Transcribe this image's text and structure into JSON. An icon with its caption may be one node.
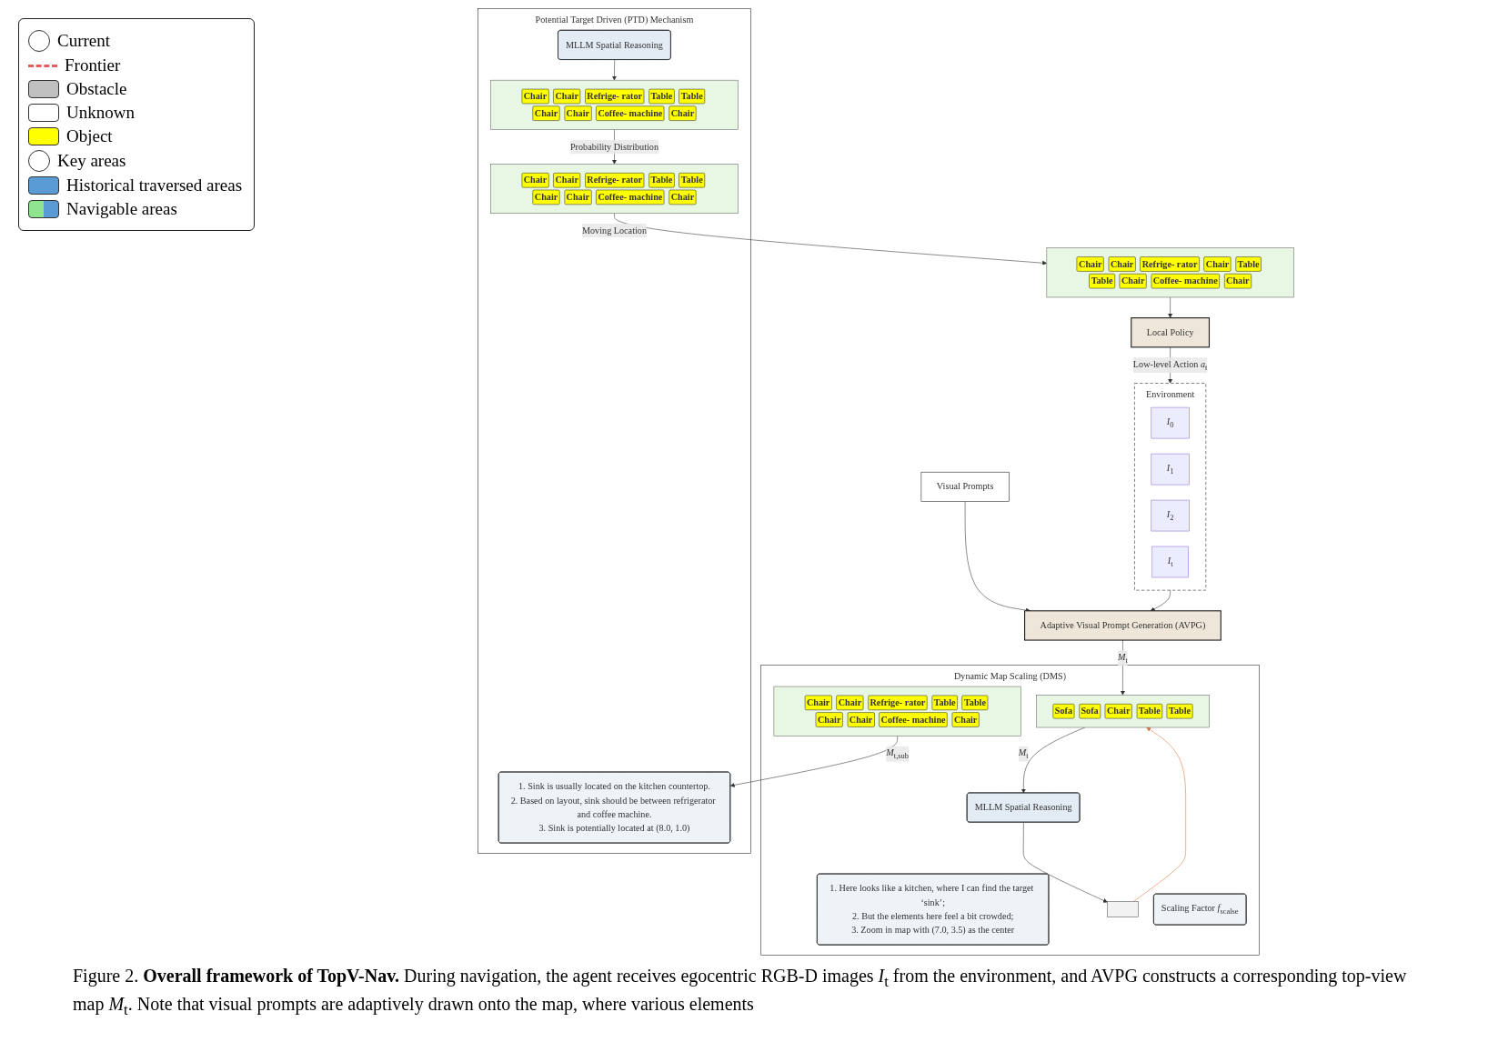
{
  "diagram": {
    "caption": "Figure 2. **Overall framework of TopV-Nav.** During navigation, the agent receives egocentric RGB-D images *I*$_{t}$ from the environment, and AVPG constructs a corresponding top-view map *M*$_{t}$. Note that visual prompts are adaptively drawn onto the map, where various elements",
    "nodes": [
      {
        "text": [
          "Visual Prompts"
        ]
      },
      {
        "text": [
          "Adaptive Visual Prompt Generation (AVPG)"
        ]
      },
      {
        "text": [
          "Environment"
        ]
      },
      {
        "text": [
          "*I*$_{0}$"
        ],
        "in": 2
      },
      {
        "text": [
          "*I*$_{1}$"
        ],
        "in": 2
      },
      {
        "text": [
          "*I*$_{2}$"
        ],
        "in": 2
      },
      {
        "text": [
          "*I*$_{t}$"
        ],
        "in": 2
      },
      {
        "text": [
          "Dynamic Map Scaling (DMS)"
        ]
      },
      {
        "text": [
          "Sofa",
          "Sofa",
          "Chair",
          "Table",
          "Table"
        ],
        "in": 7
      },
      {
        "text": [
          "MLLM Spatial Reasoning"
        ],
        "in": 7
      },
      {
        "text": [
          "1. Here looks like a kitchen, where I can find the target ‘sink’;",
          "2. But the elements here feel a bit crowded;",
          "3. Zoom in map with (7.0, 3.5) as the center"
        ],
        "in": 7
      },
      {
        "text": [],
        "shape": "box",
        "in": 7
      },
      {
        "text": [
          "Scaling Factor *f*$_{scalse}$"
        ],
        "in": 7
      },
      {
        "text": [
          "Chair",
          "Chair",
          "Refrige- rator",
          "Table",
          "Table",
          "Chair",
          "Chair",
          "Coffee- machine",
          "Chair"
        ],
        "in": 7
      },
      {
        "text": [
          "Potential Target Driven (PTD) Mechanism"
        ]
      },
      {
        "text": [
          "1. Sink is usually located on the kitchen countertop.",
          "2. Based on layout, sink should be between refrigerator and coffee machine.",
          "3. Sink is potentially located at (8.0, 1.0)"
        ],
        "in": 14
      },
      {
        "text": [
          "MLLM Spatial Reasoning"
        ],
        "in": 14
      },
      {
        "text": [
          "Chair",
          "Chair",
          "Refrige- rator",
          "Table",
          "Table",
          "Chair",
          "Chair",
          "Coffee- machine",
          "Chair"
        ],
        "in": 14
      },
      {
        "text": [
          "Chair",
          "Chair",
          "Refrige- rator",
          "Table",
          "Table",
          "Chair",
          "Chair",
          "Coffee- machine",
          "Chair"
        ],
        "in": 14
      },
      {
        "text": [
          "Chair",
          "Chair",
          "Refrige- rator",
          "Chair",
          "Table",
          "Table",
          "Chair",
          "Coffee- machine",
          "Chair"
        ]
      },
      {
        "text": [
          "Local Policy"
        ]
      }
    ],
    "edges": [
      {
        "from": 0,
        "to": 1,
        "arrow": "to"
      },
      {
        "from": 2,
        "to": 1,
        "arrow": "to"
      },
      {
        "from": 1,
        "to": 8,
        "arrow": "to",
        "label": "*M*$_{t}$"
      },
      {
        "from": 8,
        "to": 9,
        "arrow": "to",
        "label": "*M*$_{t}$"
      },
      {
        "from": 9,
        "to": 11,
        "arrow": "to"
      },
      {
        "from": 11,
        "to": 8,
        "arrow": "to",
        "color": "#e2703a"
      },
      {
        "from": 13,
        "to": 15,
        "arrow": "to",
        "label": "*M*$_{t,sub}$"
      },
      {
        "from": 16,
        "to": 17,
        "arrow": "to"
      },
      {
        "from": 17,
        "to": 18,
        "arrow": "to",
        "label": "Probability Distribution"
      },
      {
        "from": 18,
        "to": 19,
        "arrow": "to",
        "label": "Moving Location"
      },
      {
        "from": 19,
        "to": 20,
        "arrow": "to"
      },
      {
        "from": 20,
        "to": 2,
        "arrow": "to",
        "label": "Low-level Action *a*$_{t}$"
      }
    ],
    "legend": [
      {
        "text": "Current"
      },
      {
        "text": "Frontier"
      },
      {
        "text": "Obstacle",
        "color": "#c0c0c0"
      },
      {
        "text": "Unknown",
        "color": "#ffffff"
      },
      {
        "text": "Object",
        "color": "#ffff00"
      },
      {
        "text": "Key areas"
      },
      {
        "text": "Historical traversed areas",
        "color": "#5b9bd5"
      },
      {
        "text": "Navigable areas"
      }
    ]
  }
}
